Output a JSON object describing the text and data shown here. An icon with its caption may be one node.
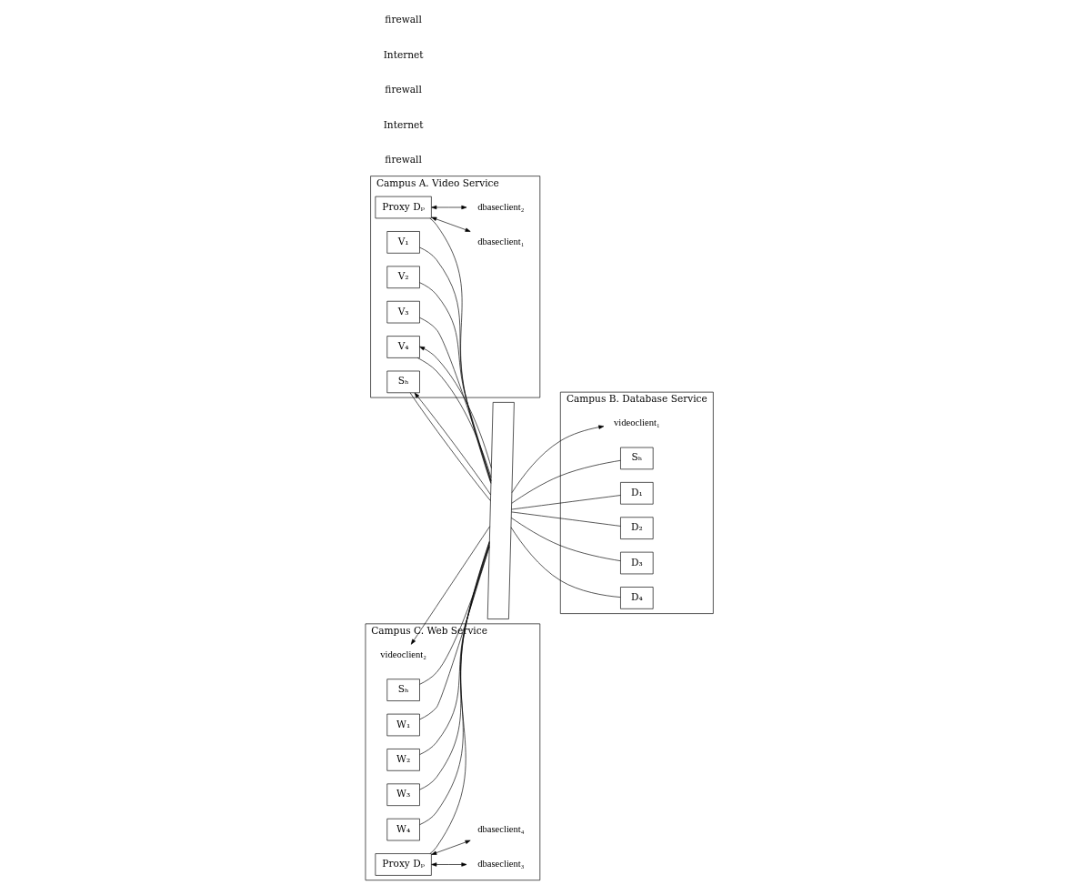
{
  "diagram": {
    "nodes": [
      {
        "text": [
          "Campus A. Video Service"
        ]
      },
      {
        "text": [
          "V₁"
        ],
        "in": 0
      },
      {
        "text": [
          "V₂"
        ],
        "in": 0
      },
      {
        "text": [
          "V₃"
        ],
        "in": 0
      },
      {
        "text": [
          "V₄"
        ],
        "in": 0
      },
      {
        "text": [
          "Sₕ"
        ],
        "in": 0
      },
      {
        "text": [
          "Proxy Dₚ"
        ],
        "in": 0
      },
      {
        "text": [
          "dbaseclient₁"
        ],
        "in": 0
      },
      {
        "text": [
          "dbaseclient₂"
        ],
        "in": 0
      },
      {
        "text": [
          "Campus B. Database Service"
        ]
      },
      {
        "text": [
          "videoclient₁"
        ],
        "in": 9
      },
      {
        "text": [
          "Sₕ"
        ],
        "in": 9
      },
      {
        "text": [
          "D₁"
        ],
        "in": 9
      },
      {
        "text": [
          "D₂"
        ],
        "in": 9
      },
      {
        "text": [
          "D₃"
        ],
        "in": 9
      },
      {
        "text": [
          "D₄"
        ],
        "in": 9
      },
      {
        "text": [
          "Campus C. Web Service"
        ]
      },
      {
        "text": [
          "Proxy Dₚ"
        ],
        "in": 16
      },
      {
        "text": [
          "dbaseclient₃"
        ],
        "in": 16
      },
      {
        "text": [
          "videoclient₂"
        ],
        "in": 16
      },
      {
        "text": [
          "dbaseclient₄"
        ],
        "in": 16
      },
      {
        "text": [
          "Sₕ"
        ],
        "in": 16
      },
      {
        "text": [
          "W₁"
        ],
        "in": 16
      },
      {
        "text": [
          "W₂"
        ],
        "in": 16
      },
      {
        "text": [
          "W₃"
        ],
        "in": 16
      },
      {
        "text": [
          "W₄"
        ],
        "in": 16
      },
      {
        "text": [],
        "shape": "parallelogram"
      }
    ],
    "edges": [
      {
        "from": 1,
        "to": 26,
        "arrow": "none"
      },
      {
        "from": 2,
        "to": 26,
        "arrow": "none"
      },
      {
        "from": 3,
        "to": 26,
        "arrow": "none"
      },
      {
        "from": 4,
        "to": 26,
        "arrow": "none"
      },
      {
        "from": 26,
        "to": 4,
        "arrow": "to"
      },
      {
        "from": 5,
        "to": 26,
        "arrow": "none"
      },
      {
        "from": 26,
        "to": 5,
        "arrow": "to"
      },
      {
        "from": 6,
        "to": 7,
        "arrow": "both"
      },
      {
        "from": 6,
        "to": 8,
        "arrow": "both"
      },
      {
        "from": 6,
        "to": 26,
        "arrow": "none"
      },
      {
        "from": 26,
        "to": 10,
        "arrow": "to"
      },
      {
        "from": 11,
        "to": 26,
        "arrow": "none"
      },
      {
        "from": 12,
        "to": 26,
        "arrow": "none"
      },
      {
        "from": 13,
        "to": 26,
        "arrow": "none"
      },
      {
        "from": 14,
        "to": 26,
        "arrow": "none"
      },
      {
        "from": 15,
        "to": 26,
        "arrow": "none"
      },
      {
        "from": 17,
        "to": 26,
        "arrow": "none"
      },
      {
        "from": 26,
        "to": 19,
        "arrow": "to"
      },
      {
        "from": 17,
        "to": 18,
        "arrow": "both"
      },
      {
        "from": 17,
        "to": 20,
        "arrow": "both"
      },
      {
        "from": 21,
        "to": 26,
        "arrow": "none"
      },
      {
        "from": 22,
        "to": 26,
        "arrow": "none"
      },
      {
        "from": 23,
        "to": 26,
        "arrow": "none"
      },
      {
        "from": 24,
        "to": 26,
        "arrow": "none"
      },
      {
        "from": 25,
        "to": 26,
        "arrow": "none"
      }
    ],
    "labels": [
      "firewall",
      "Internet",
      "firewall",
      "Internet",
      "firewall"
    ]
  }
}
